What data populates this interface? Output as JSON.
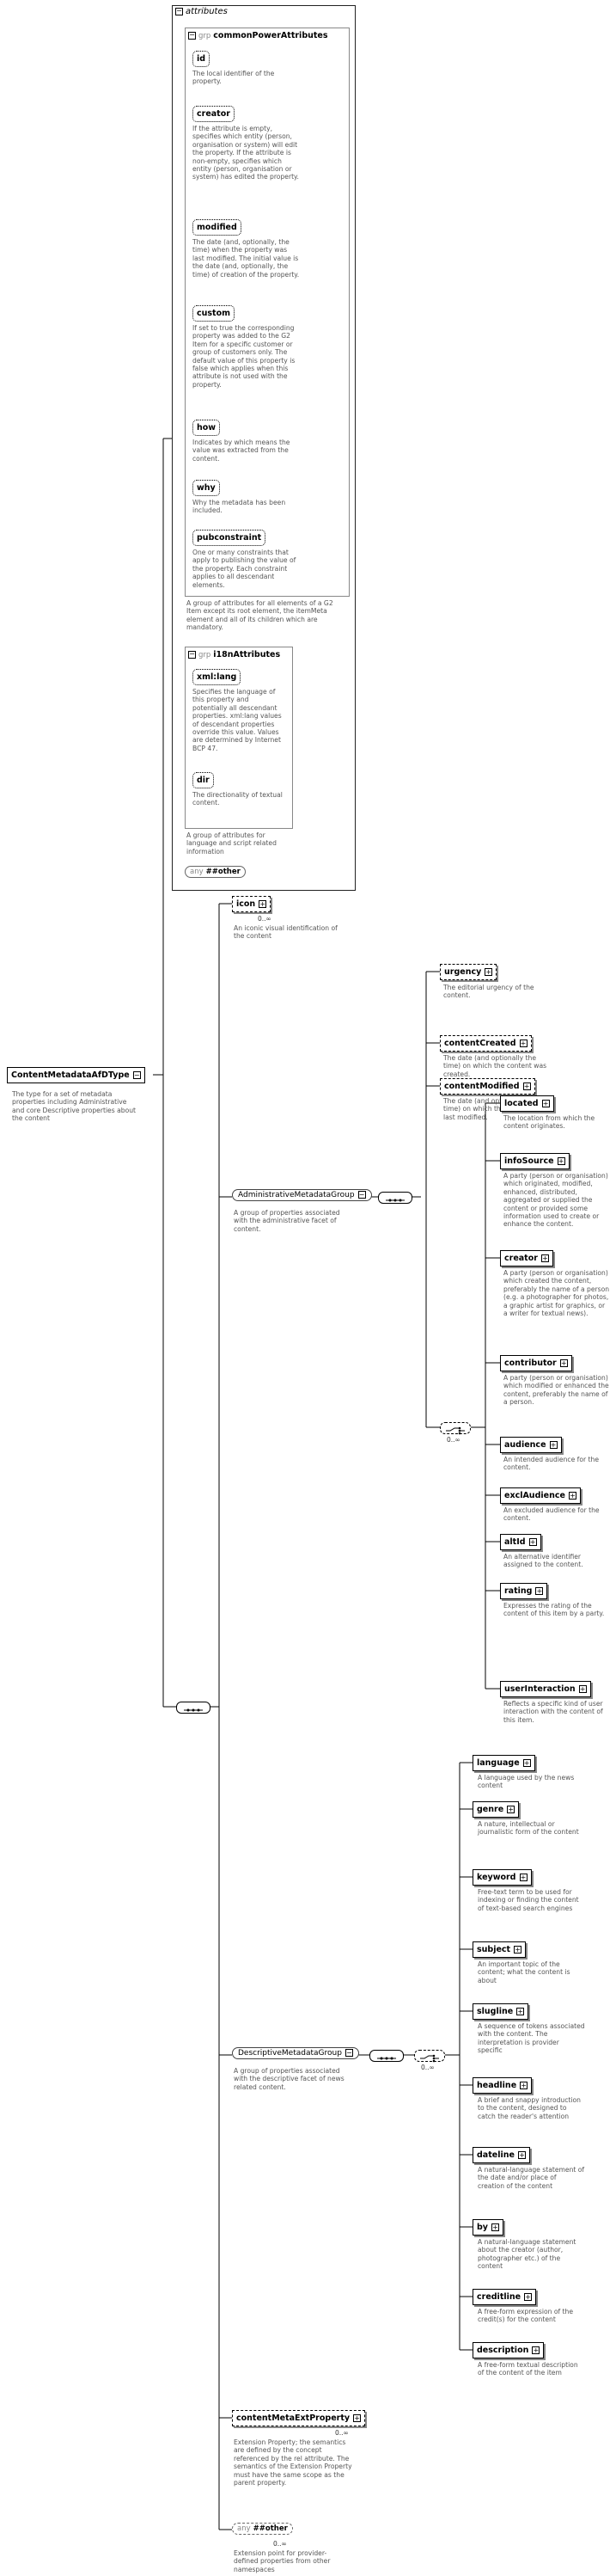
{
  "attributes_panel": {
    "title": "attributes",
    "common_group": {
      "prefix": "grp",
      "name": "commonPowerAttributes",
      "items": [
        {
          "name": "id",
          "desc": "The local identifier of the property."
        },
        {
          "name": "creator",
          "desc": "If the attribute is empty, specifies which entity (person, organisation or system) will edit the property. If the attribute is non-empty, specifies which entity (person, organisation or system) has edited the property."
        },
        {
          "name": "modified",
          "desc": "The date (and, optionally, the time) when the property was last modified. The initial value is the date (and, optionally, the time) of creation of the property."
        },
        {
          "name": "custom",
          "desc": "If set to true the corresponding property was added to the G2 Item for a specific customer or group of customers only. The default value of this property is false which applies when this attribute is not used with the property."
        },
        {
          "name": "how",
          "desc": "Indicates by which means the value was extracted from the content."
        },
        {
          "name": "why",
          "desc": "Why the metadata has been included."
        },
        {
          "name": "pubconstraint",
          "desc": "One or many constraints that apply to publishing the value of the property. Each constraint applies to all descendant elements."
        }
      ],
      "footer": "A group of attributes for all elements of a G2 Item except its root element, the itemMeta element and all of its children which are mandatory."
    },
    "i18n_group": {
      "prefix": "grp",
      "name": "i18nAttributes",
      "items": [
        {
          "name": "xml:lang",
          "desc": "Specifies the language of this property and potentially all descendant properties. xml:lang values of descendant properties override this value. Values are determined by Internet BCP 47."
        },
        {
          "name": "dir",
          "desc": "The directionality of textual content."
        }
      ],
      "footer": "A group of attributes for language and script related information"
    },
    "any_other": {
      "prefix": "any",
      "name": "##other"
    }
  },
  "root": {
    "name": "ContentMetadataAfDType",
    "desc": "The type for a set of metadata properties including Administrative and core Descriptive properties about the content"
  },
  "icon": {
    "name": "icon",
    "occ": "0..∞",
    "desc": "An iconic visual identification of the content"
  },
  "admin_group": {
    "name": "AdministrativeMetadataGroup",
    "desc": "A group of properties associated with the administrative facet of content.",
    "choice_occ": "0..∞",
    "items": [
      {
        "name": "urgency",
        "desc": "The editorial urgency of the content."
      },
      {
        "name": "contentCreated",
        "desc": "The date (and optionally the time) on which the content was created."
      },
      {
        "name": "contentModified",
        "desc": "The date (and optionally the time) on which the content was last modified."
      }
    ],
    "choice_items": [
      {
        "name": "located",
        "desc": "The location from which the content originates."
      },
      {
        "name": "infoSource",
        "desc": "A party (person or organisation) which originated, modified, enhanced, distributed, aggregated or supplied the content or provided some information used to create or enhance the content."
      },
      {
        "name": "creator",
        "desc": "A party (person or organisation) which created the content, preferably the name of a person (e.g. a photographer for photos, a graphic artist for graphics, or a writer for textual news)."
      },
      {
        "name": "contributor",
        "desc": "A party (person or organisation) which modified or enhanced the content, preferably the name of a person."
      },
      {
        "name": "audience",
        "desc": "An intended audience for the content."
      },
      {
        "name": "exclAudience",
        "desc": "An excluded audience for the content."
      },
      {
        "name": "altId",
        "desc": "An alternative identifier assigned to the content."
      },
      {
        "name": "rating",
        "desc": "Expresses the rating of the content of this item by a party."
      },
      {
        "name": "userInteraction",
        "desc": "Reflects a specific kind of user interaction with the content of this item."
      }
    ]
  },
  "desc_group": {
    "name": "DescriptiveMetadataGroup",
    "desc": "A group of properties associated with the descriptive facet of news related content.",
    "choice_occ": "0..∞",
    "choice_items": [
      {
        "name": "language",
        "desc": "A language used by the news content"
      },
      {
        "name": "genre",
        "desc": "A nature, intellectual or journalistic form of the content"
      },
      {
        "name": "keyword",
        "desc": "Free-text term to be used for indexing or finding the content of text-based search engines"
      },
      {
        "name": "subject",
        "desc": "An important topic of the content; what the content is about"
      },
      {
        "name": "slugline",
        "desc": "A sequence of tokens associated with the content. The interpretation is provider specific"
      },
      {
        "name": "headline",
        "desc": "A brief and snappy introduction to the content, designed to catch the reader's attention"
      },
      {
        "name": "dateline",
        "desc": "A natural-language statement of the date and/or place of creation of the content"
      },
      {
        "name": "by",
        "desc": "A natural-language statement about the creator (author, photographer etc.) of the content"
      },
      {
        "name": "creditline",
        "desc": "A free-form expression of the credit(s) for the content"
      },
      {
        "name": "description",
        "desc": "A free-form textual description of the content of the item"
      }
    ]
  },
  "ext_property": {
    "name": "contentMetaExtProperty",
    "occ": "0..∞",
    "desc": "Extension Property; the semantics are defined by the concept referenced by the rel attribute. The semantics of the Extension Property must have the same scope as the parent property."
  },
  "any_other_bottom": {
    "prefix": "any",
    "name": "##other",
    "occ": "0..∞",
    "desc": "Extension point for provider-defined properties from other namespaces"
  }
}
